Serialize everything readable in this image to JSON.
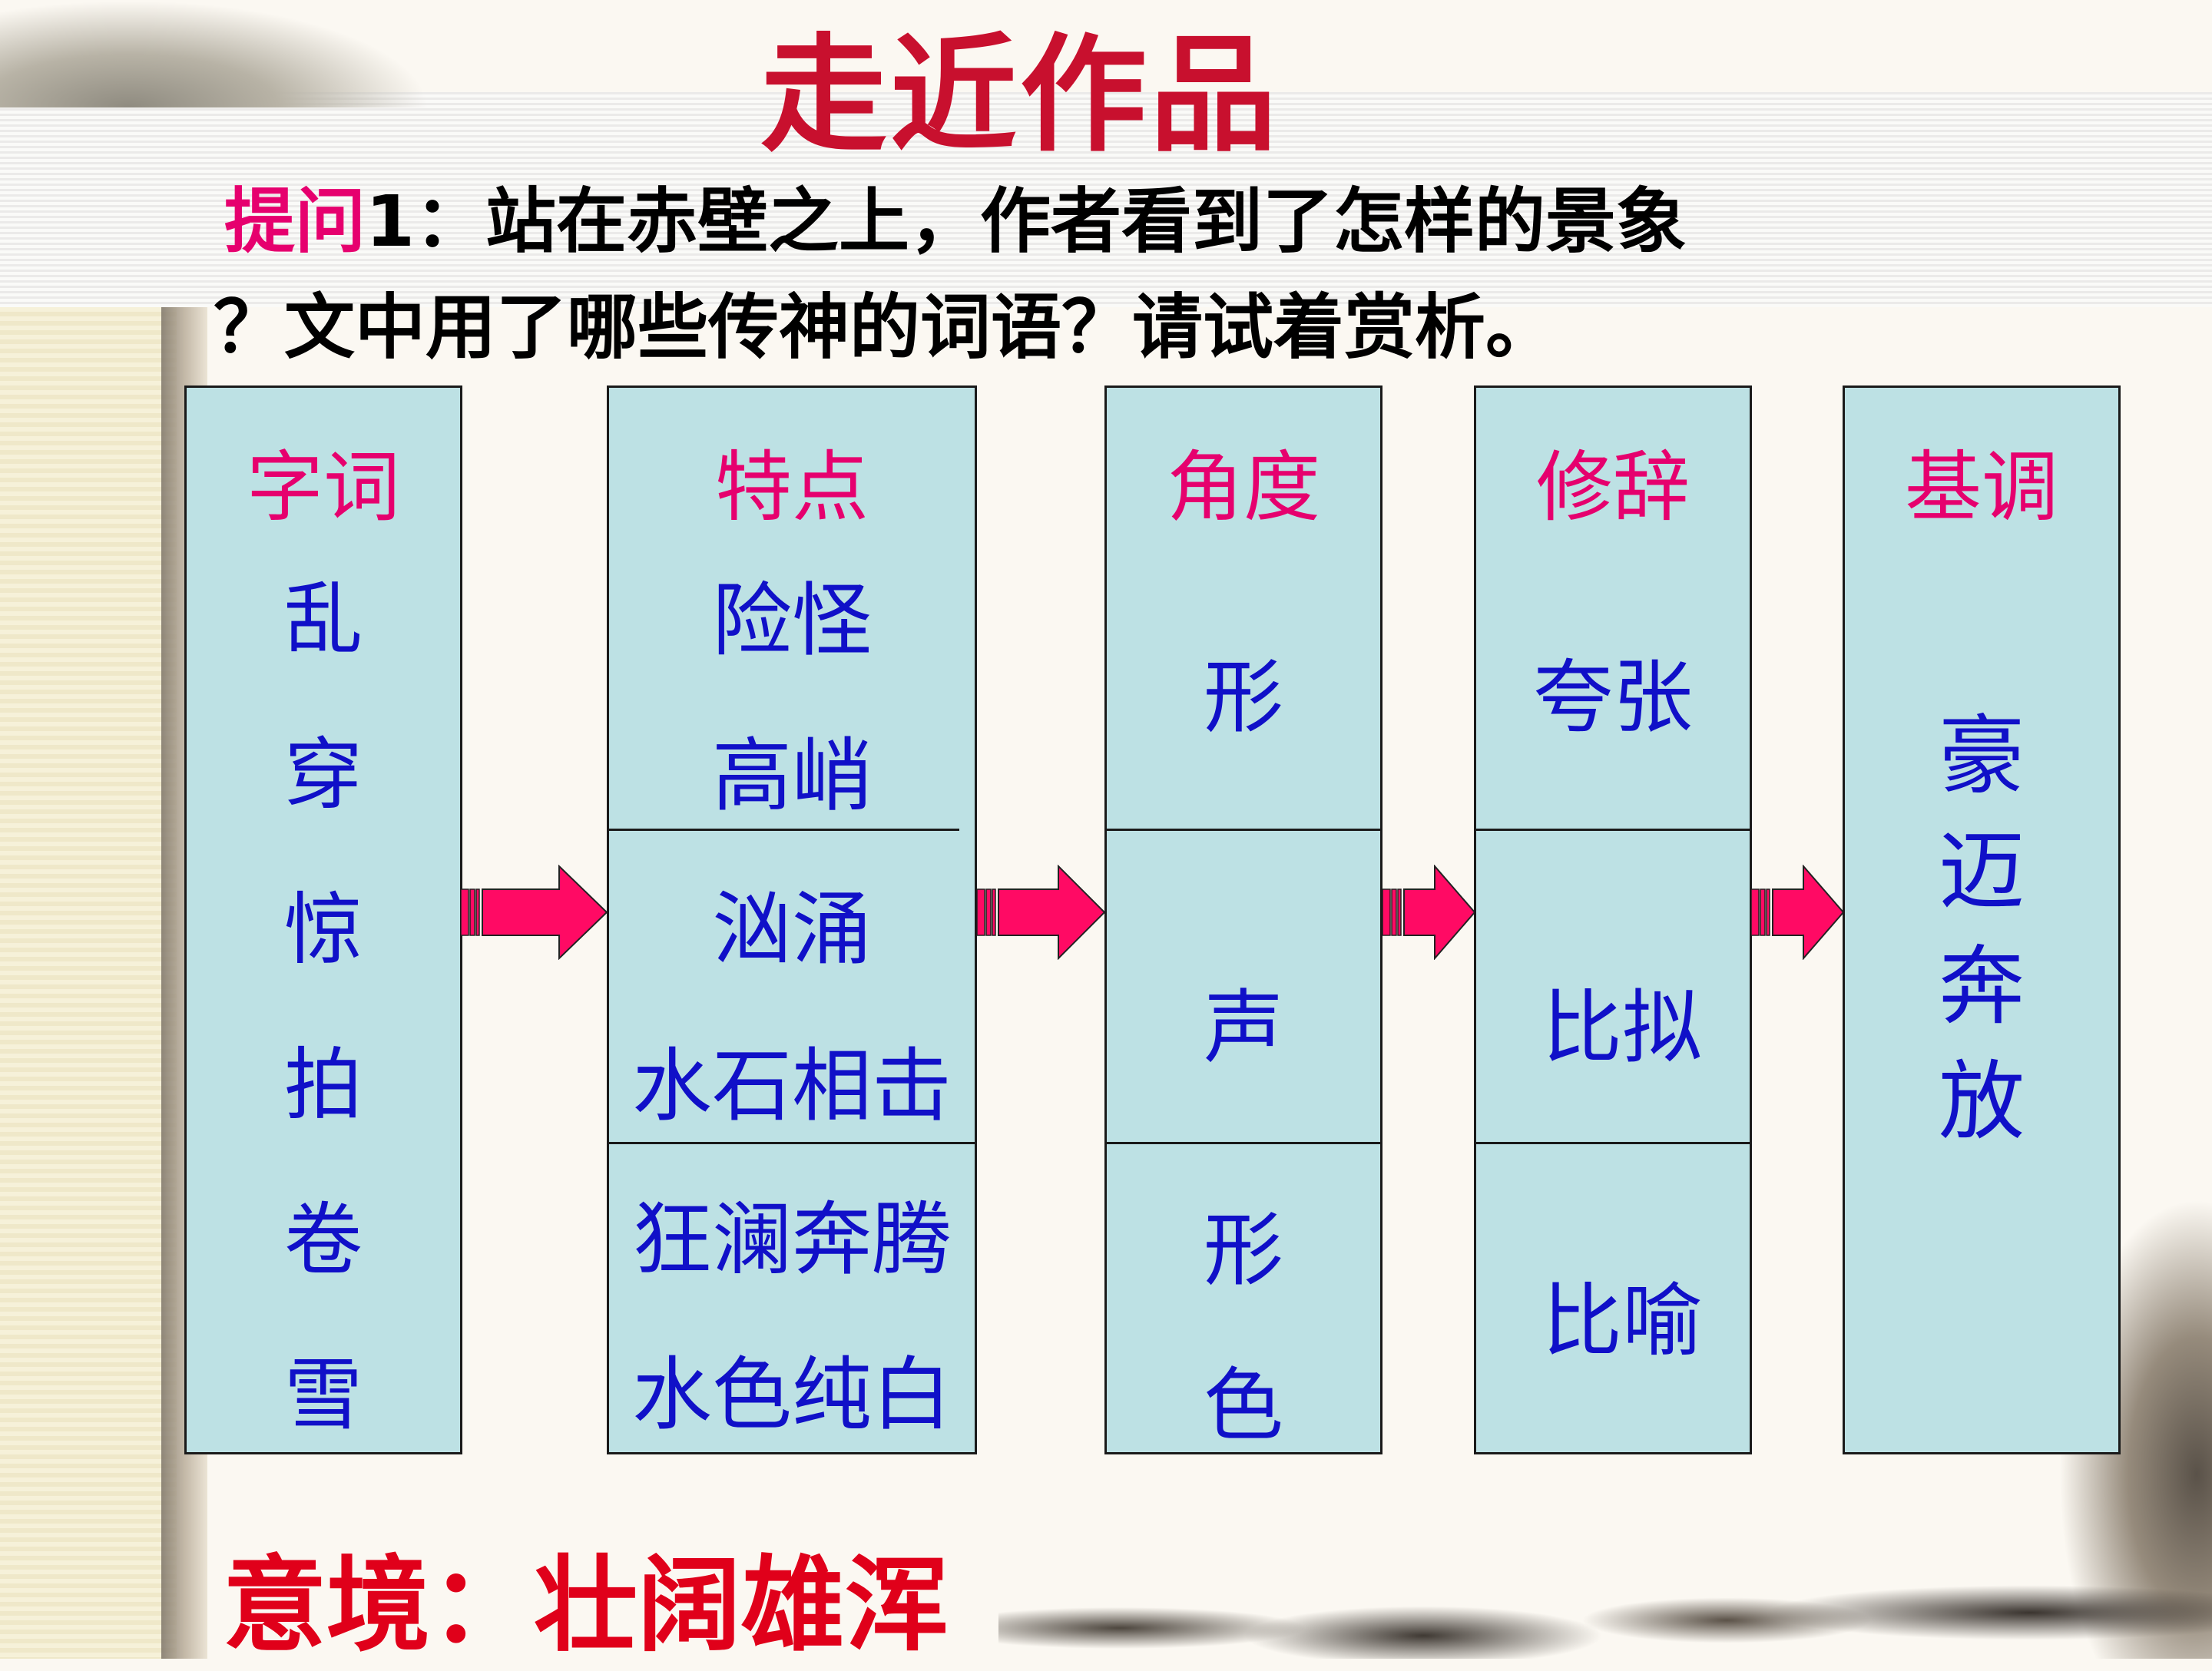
{
  "title": "走近作品",
  "question": {
    "label": "提问",
    "line1_rest": "1：站在赤壁之上，作者看到了怎样的景象",
    "line2": "？文中用了哪些传神的词语？请试着赏析。"
  },
  "columns": {
    "words": {
      "heading": "字词",
      "items": [
        "乱",
        "穿",
        "惊",
        "拍",
        "卷",
        "雪"
      ]
    },
    "features": {
      "heading": "特点",
      "items": [
        "险怪",
        "高峭",
        "汹涌",
        "水石相击",
        "狂澜奔腾",
        "水色纯白"
      ]
    },
    "angle": {
      "heading": "角度",
      "items": [
        "形",
        "声",
        "形",
        "色"
      ]
    },
    "rhetoric": {
      "heading": "修辞",
      "items": [
        "夸张",
        "比拟",
        "比喻"
      ]
    },
    "tone": {
      "heading": "基调",
      "items": [
        "豪",
        "迈",
        "奔",
        "放"
      ]
    }
  },
  "summary": "意境：壮阔雄浑",
  "colors": {
    "title": "#c8102e",
    "heading": "#e6006e",
    "content": "#1010c8",
    "box_fill": "#bde1e4",
    "arrow": "#ff0a64"
  },
  "icons": [
    "right-arrow-icon"
  ]
}
